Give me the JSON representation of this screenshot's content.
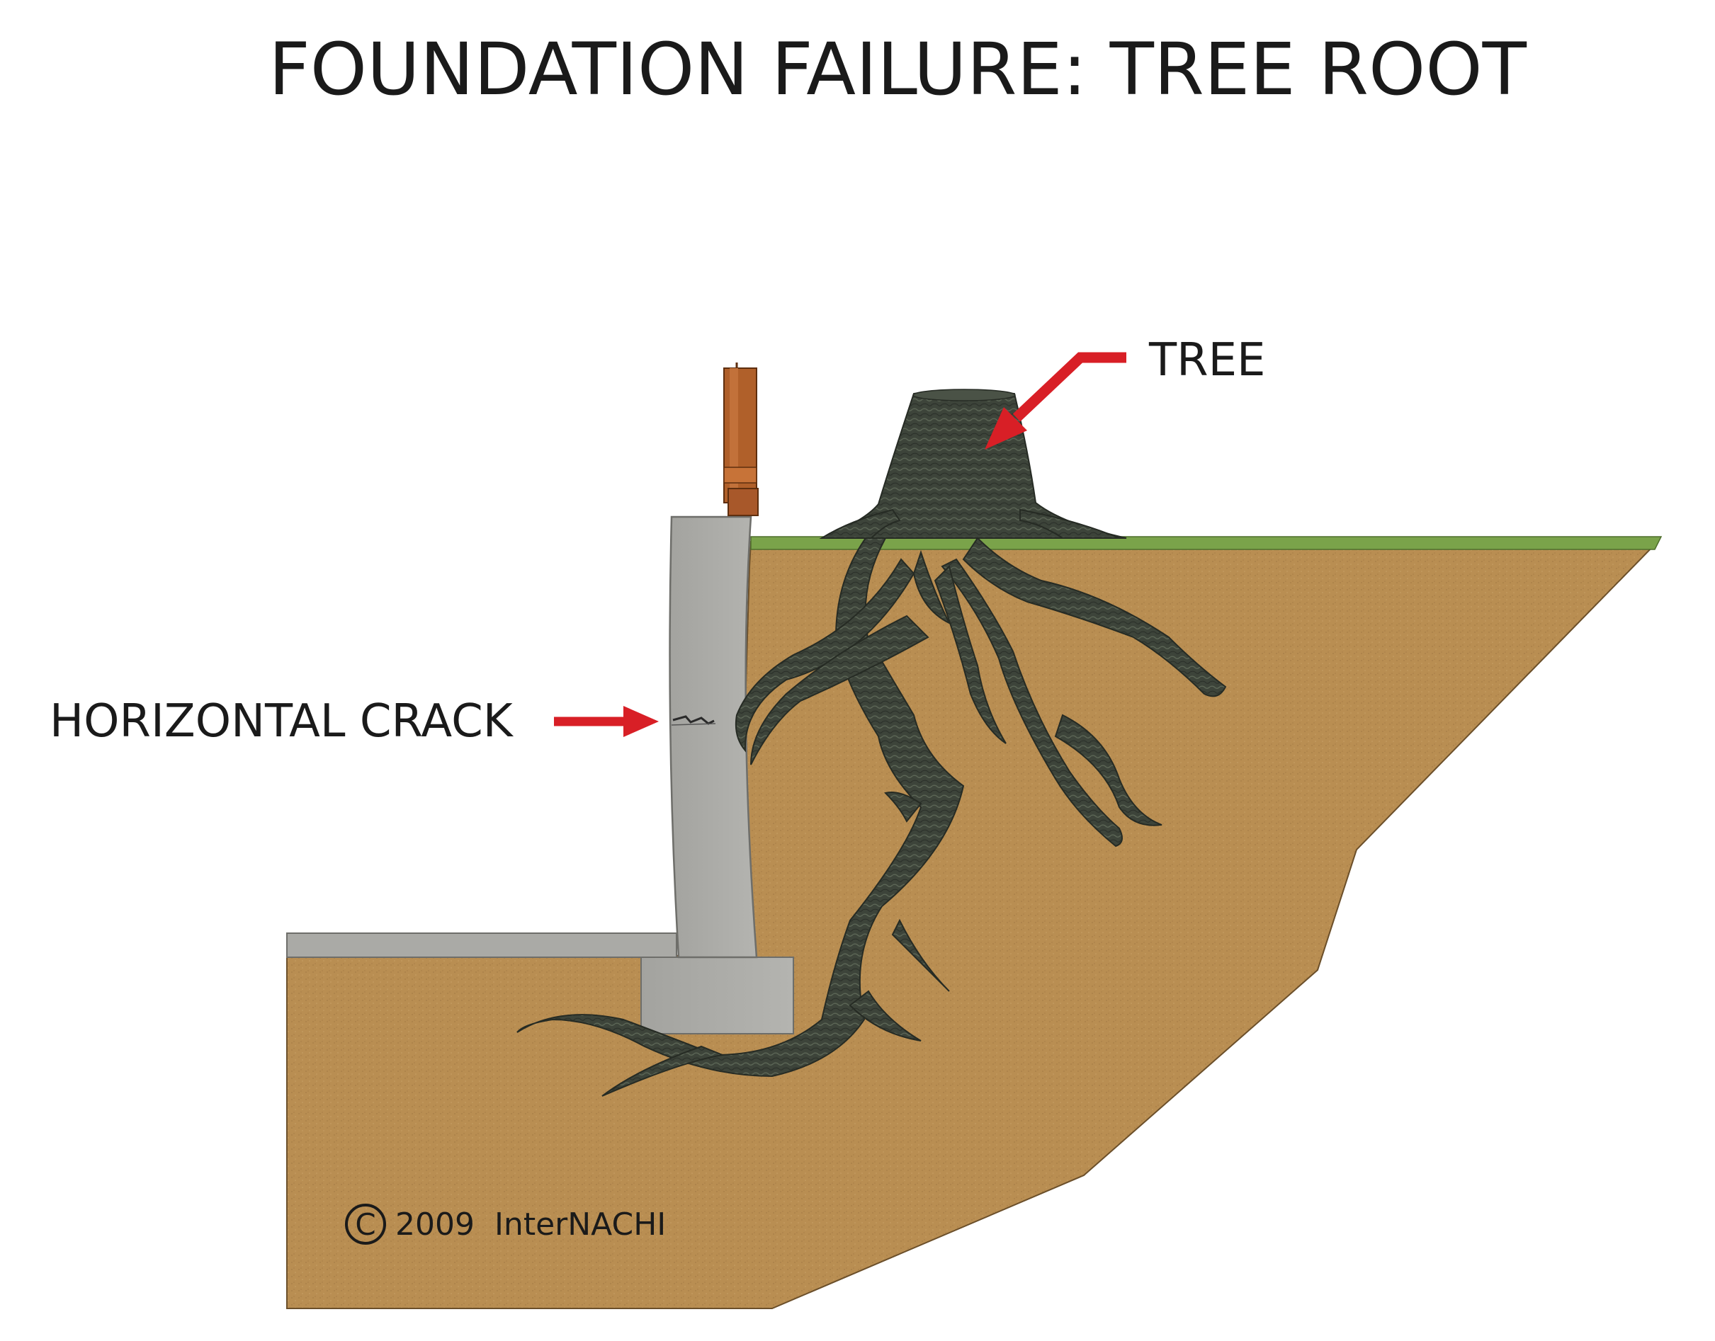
{
  "title": "FOUNDATION FAILURE: TREE ROOT",
  "labels": {
    "tree": "TREE",
    "crack": "HORIZONTAL CRACK"
  },
  "copyright": {
    "symbol": "C",
    "text": "2009  InterNACHI"
  },
  "colors": {
    "background": "#ffffff",
    "soil": "#b98e52",
    "soil_dark": "#9c7440",
    "grass": "#7aa34a",
    "concrete": "#a9a9a5",
    "concrete_edge": "#7f7f7b",
    "wood": "#b0602a",
    "tree_bark": "#3d443a",
    "tree_bark_light": "#5a6455",
    "arrow": "#d81f26",
    "text": "#1a1a1a"
  }
}
